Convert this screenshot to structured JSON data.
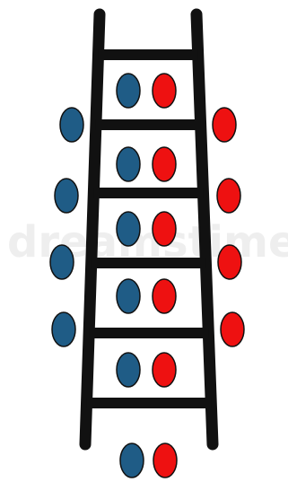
{
  "watermark": {
    "text": "dreamstime."
  },
  "colors": {
    "background": "#ffffff",
    "ladder": "#111111",
    "blue_dot": "#1f5c86",
    "red_dot": "#ee1111",
    "dot_outline": "#111111",
    "watermark": "#e6e6e6"
  },
  "ladder": {
    "rungs": 6
  },
  "dots": {
    "between_rungs": [
      {
        "row": 1,
        "colors": [
          "blue",
          "red"
        ]
      },
      {
        "row": 2,
        "colors": [
          "blue",
          "red"
        ]
      },
      {
        "row": 3,
        "colors": [
          "blue",
          "red"
        ]
      },
      {
        "row": 4,
        "colors": [
          "blue",
          "red"
        ]
      },
      {
        "row": 5,
        "colors": [
          "blue",
          "red"
        ]
      }
    ],
    "below_ladder": [
      "blue",
      "red"
    ],
    "left_side": [
      "blue",
      "blue",
      "blue",
      "blue"
    ],
    "right_side": [
      "red",
      "red",
      "red",
      "red"
    ]
  }
}
